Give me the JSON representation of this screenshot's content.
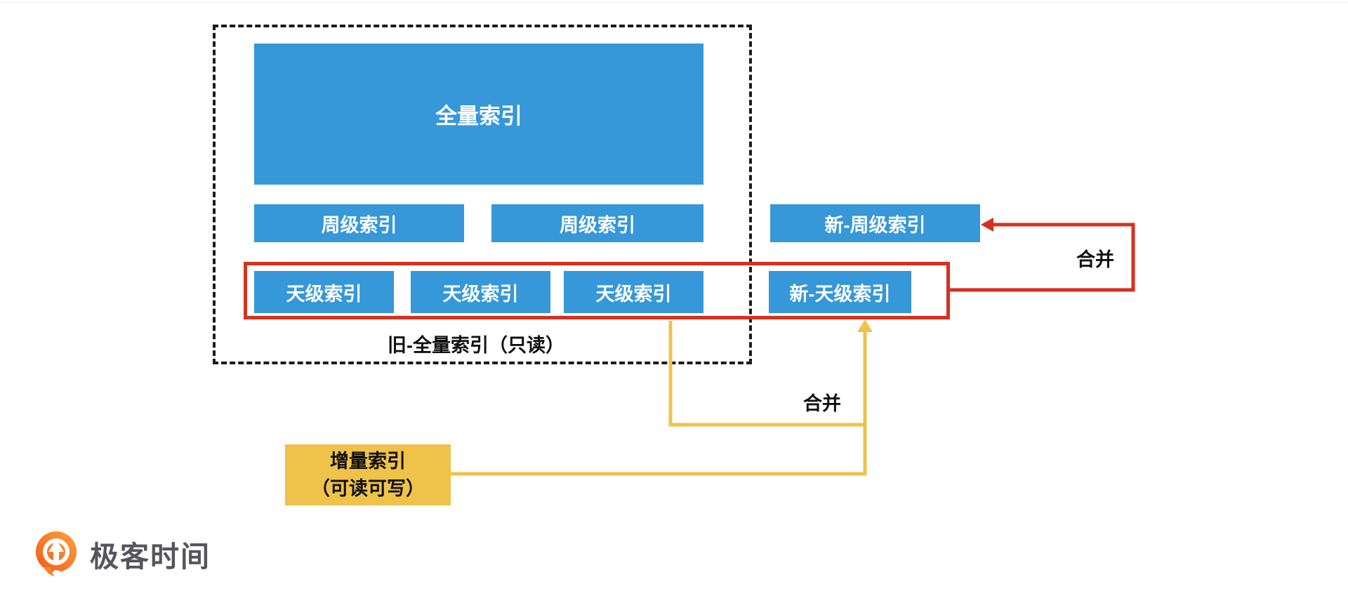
{
  "diagram": {
    "group": {
      "label": "旧-全量索引（只读）"
    },
    "nodes": {
      "full_index": "全量索引",
      "week_index_1": "周级索引",
      "week_index_2": "周级索引",
      "new_week_index": "新-周级索引",
      "day_index_1": "天级索引",
      "day_index_2": "天级索引",
      "day_index_3": "天级索引",
      "new_day_index": "新-天级索引",
      "incremental_index_line1": "增量索引",
      "incremental_index_line2": "（可读可写）"
    },
    "edges": {
      "merge_to_new_week_label": "合并",
      "merge_to_new_day_label": "合并"
    },
    "colors": {
      "node_blue": "#3697d9",
      "node_text": "#ffffff",
      "incremental_yellow": "#efc24a",
      "merge_red": "#d7301f",
      "merge_yellow": "#efc24a",
      "dashed_border": "#1b1b23",
      "label_text": "#111111"
    }
  },
  "logo": {
    "text": "极客时间",
    "brand_orange": "#f7761f",
    "text_color": "#56555b"
  }
}
